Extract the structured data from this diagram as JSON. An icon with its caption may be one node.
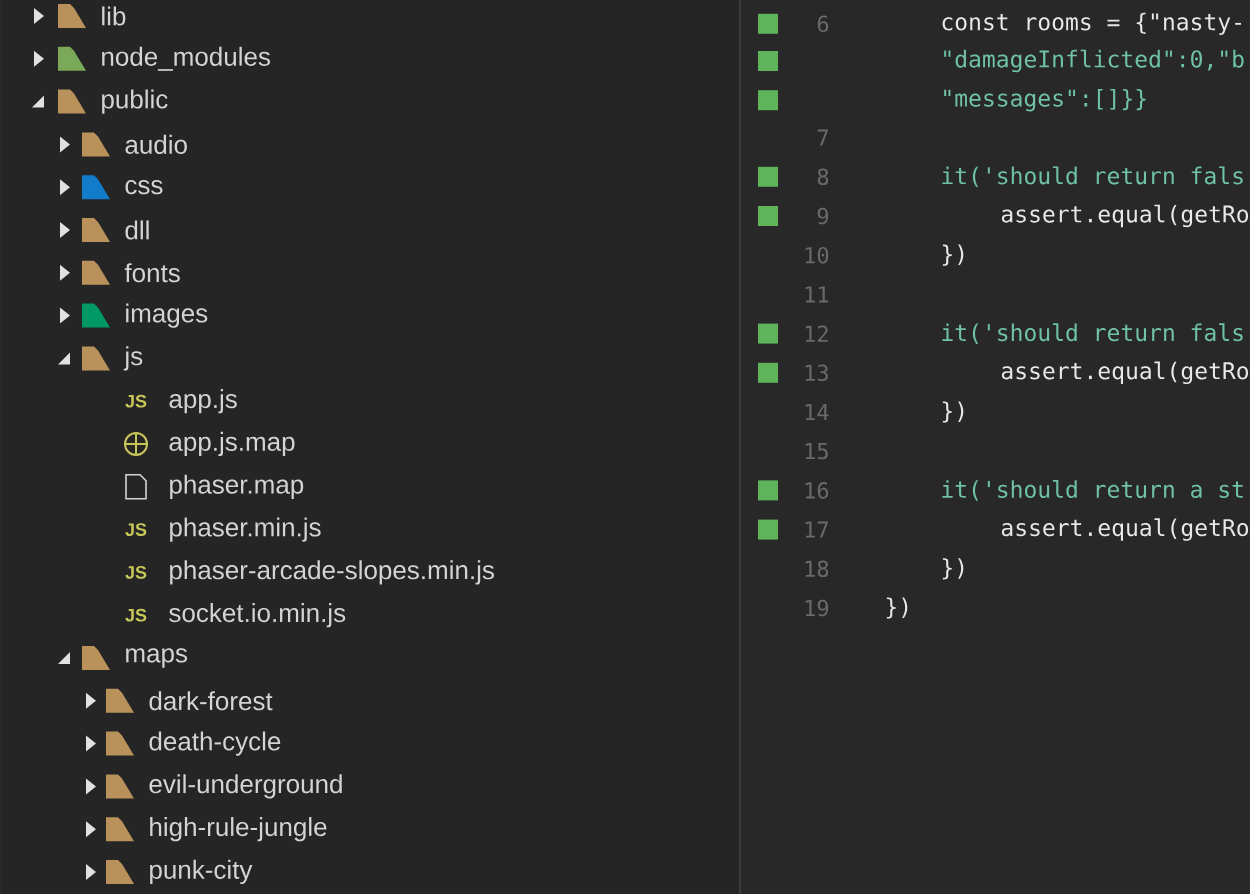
{
  "diagram": {
    "labels": [
      "lib",
      "node_modules",
      "public",
      "audio",
      "css",
      "dll",
      "fonts",
      "images",
      "js",
      "JS",
      "app.js",
      "app.js.map",
      "phaser.map",
      "JS",
      "phaser.min.js",
      "JS",
      "phaser-arcade-slopes.min.js",
      "JS",
      "socket.io.min.js",
      "maps",
      "dark-forest",
      "death-cycle",
      "evil-underground",
      "high-rule-jungle",
      "punk-city",
      "6",
      "const rooms = {\"nasty-",
      "\"damageInflicted\":0,\"b",
      "\"messages\":[]}}",
      "7",
      "8",
      "it('should return fals",
      "9",
      "assert.equal(getRo",
      "10",
      "})",
      "11",
      "12",
      "it('should return fals",
      "13",
      "assert.equal(getRo",
      "14",
      "})",
      "15",
      "16",
      "it('should return a st",
      "17",
      "assert.equal(getRo",
      "18",
      "})",
      "19",
      "})"
    ]
  }
}
